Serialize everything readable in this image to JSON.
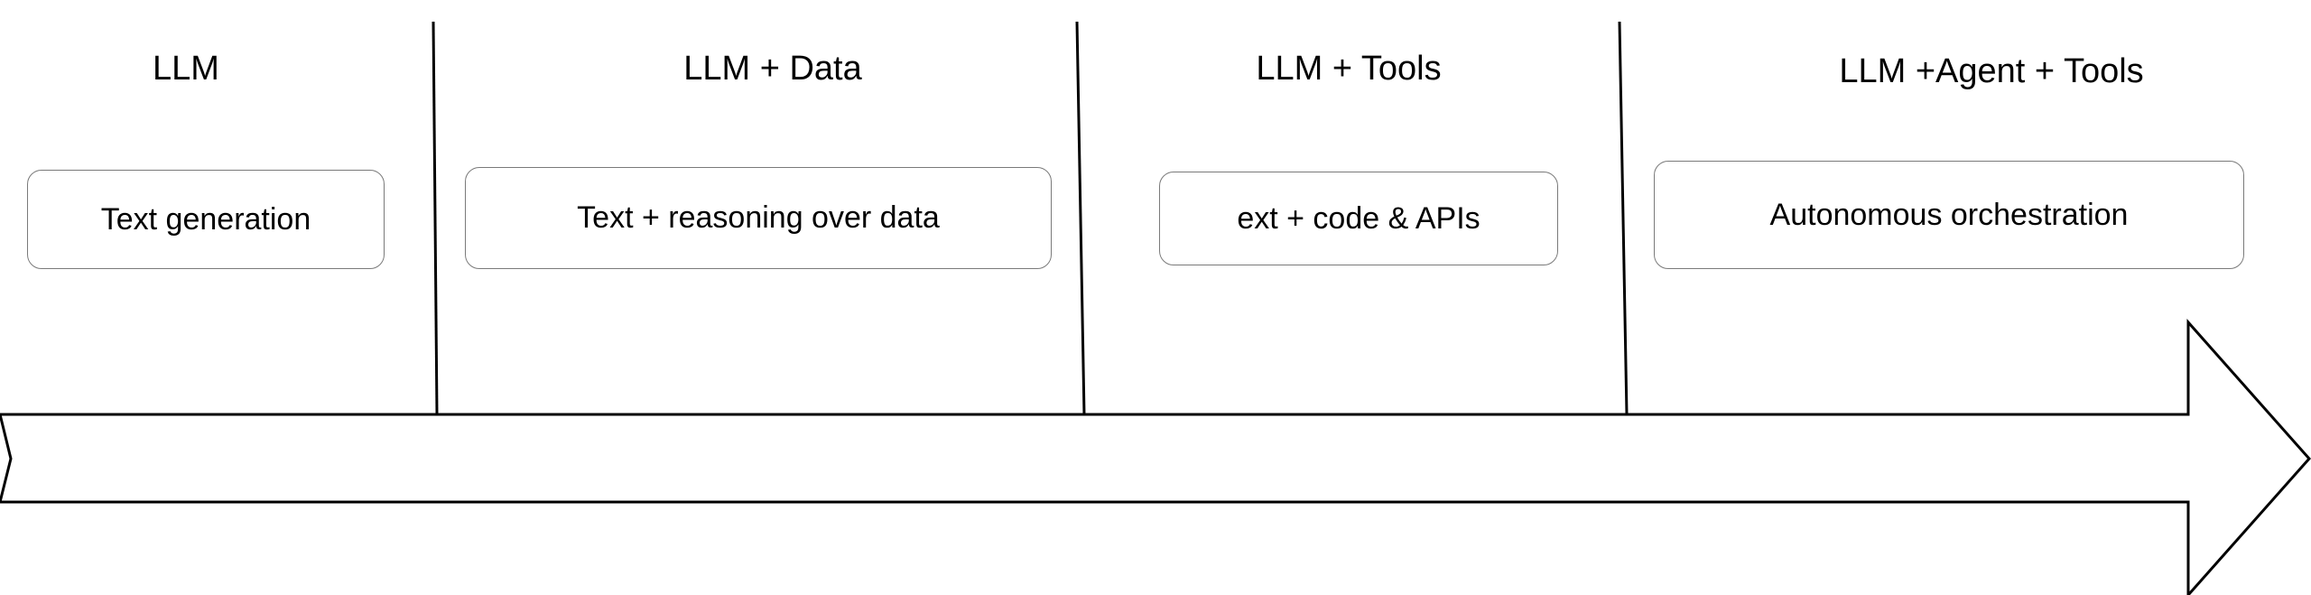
{
  "stages": [
    {
      "title": "LLM",
      "capability": "Text generation"
    },
    {
      "title": "LLM + Data",
      "capability": "Text + reasoning over data"
    },
    {
      "title": "LLM + Tools",
      "capability": "ext + code & APIs"
    },
    {
      "title": "LLM +Agent + Tools",
      "capability": "Autonomous orchestration"
    }
  ],
  "colors": {
    "line": "#000000",
    "box_border": "#7a7a7a",
    "background": "#ffffff"
  }
}
